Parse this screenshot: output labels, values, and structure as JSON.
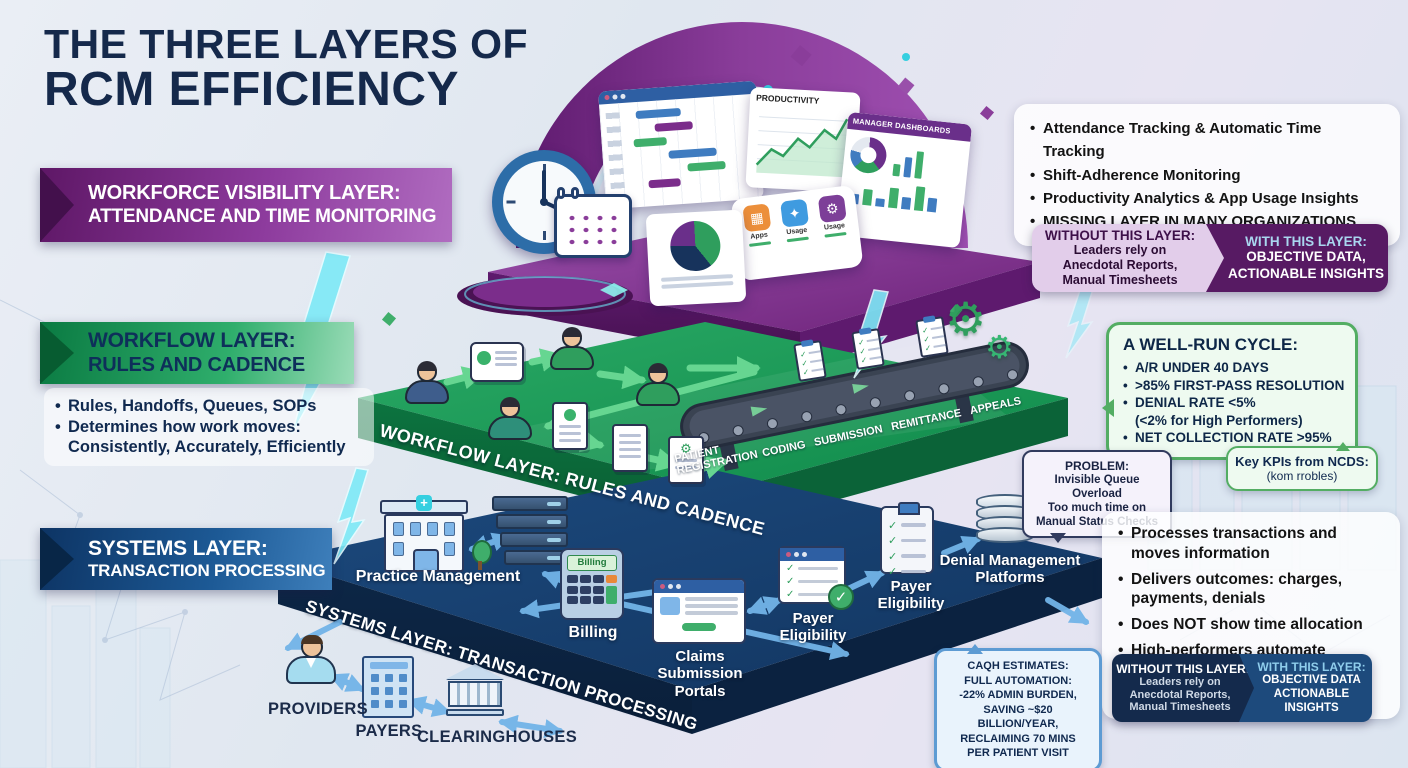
{
  "title": {
    "line1": "THE THREE LAYERS OF",
    "line2": "RCM EFFICIENCY"
  },
  "colors": {
    "purple": "#7b2d8b",
    "green": "#1d9a55",
    "navy": "#14315e",
    "cyan": "#35cfe0",
    "arrow_blue": "#72b4e8"
  },
  "workforce": {
    "banner_line1": "WORKFORCE VISIBILITY LAYER:",
    "banner_line2": "ATTENDANCE AND TIME MONITORING",
    "bullets": [
      "Attendance Tracking & Automatic Time Tracking",
      "Shift-Adherence Monitoring",
      "Productivity Analytics & App Usage Insights",
      "MISSING LAYER IN MANY ORGANIZATIONS"
    ],
    "without": {
      "heading": "WITHOUT THIS LAYER:",
      "body": "Leaders rely on Anecdotal Reports, Manual Timesheets"
    },
    "with": {
      "heading": "WITH THIS LAYER:",
      "body_line1": "OBJECTIVE DATA,",
      "body_line2": "ACTIONABLE INSIGHTS"
    },
    "dashboards": {
      "productivity_title": "PRODUCTIVITY",
      "manager_title": "MANAGER DASHBOARDS",
      "tiles": [
        "Apps",
        "Usage",
        "Usage"
      ]
    }
  },
  "workflow": {
    "banner_line1": "WORKFLOW LAYER:",
    "banner_line2": "RULES AND CADENCE",
    "bullet1": "Rules, Handoffs, Queues, SOPs",
    "bullet2": "Determines how work moves:",
    "bullet2_sub": "Consistently, Accurately, Efficiently",
    "edge_label": "WORKFLOW LAYER: RULES AND CADENCE",
    "stages": [
      "PATIENT REGISTRATION",
      "CODING",
      "SUBMISSION",
      "REMITTANCE",
      "APPEALS"
    ],
    "well_run": {
      "title": "A WELL-RUN CYCLE:",
      "items": [
        {
          "text": "A/R UNDER 40 DAYS"
        },
        {
          "text": ">85% FIRST-PASS RESOLUTION"
        },
        {
          "text": "DENIAL RATE <5%",
          "sub": "(<2% for High Performers)"
        },
        {
          "text": "NET COLLECTION RATE >95%"
        }
      ]
    },
    "kpi_note": {
      "line1": "Key KPIs from NCDS:",
      "line2": "(kom rrobles)"
    },
    "problem": {
      "heading": "PROBLEM:",
      "line1": "Invisible Queue Overload",
      "line2": "Too much time on",
      "line3": "Manual Status Checks"
    }
  },
  "systems": {
    "banner_line1": "SYSTEMS LAYER:",
    "banner_line2": "TRANSACTION PROCESSING",
    "edge_label": "SYSTEMS LAYER: TRANSACTION PROCESSING",
    "nodes": {
      "practice_management": "Practice Management",
      "billing_screen": "Billing",
      "billing": "Billing",
      "claims": "Claims Submission Portals",
      "payer_eligibility_1": "Payer Eligibility",
      "payer_eligibility_2": "Payer Eligibility",
      "denial": "Denial Management Platforms"
    },
    "externals": {
      "providers": "PROVIDERS",
      "payers": "PAYERS",
      "clearinghouses": "CLEARINGHOUSES"
    },
    "bullets": {
      "b1": "Processes transactions and moves information",
      "b2": "Delivers outcomes: charges, payments, denials",
      "b3_pre": "Does",
      "b3_bold": "NOT",
      "b3_post": "show time allocation",
      "b4": "High-performers automate eligibility checks & claims scrubbing"
    },
    "caqh": {
      "line1": "CAQH ESTIMATES:",
      "line2": "FULL AUTOMATION:",
      "line3": "-22% ADMIN BURDEN,",
      "line4": "SAVING ~$20 BILLION/YEAR,",
      "line5": "RECLAIMING 70 MINS",
      "line6": "PER PATIENT VISIT"
    },
    "without": {
      "heading": "WITHOUT THIS LAYER:",
      "body": "Leaders rely on Anecdotal Reports, Manual Timesheets"
    },
    "with": {
      "heading": "WITH THIS LAYER:",
      "body_line1": "OBJECTIVE DATA",
      "body_line2": "ACTIONABLE INSIGHTS"
    }
  }
}
